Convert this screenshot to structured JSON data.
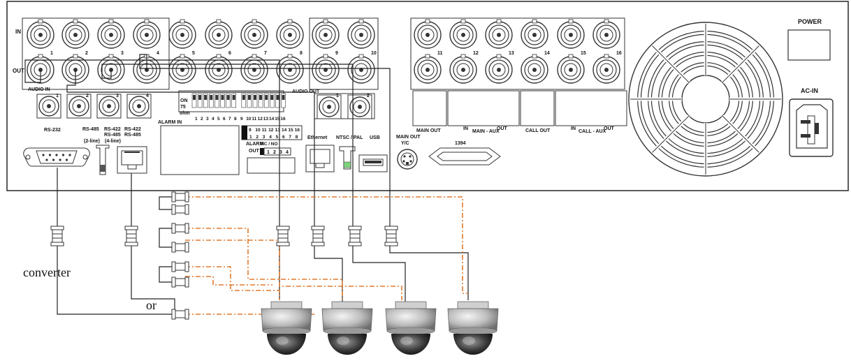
{
  "panel": {
    "row_labels": {
      "in": "IN",
      "out": "OUT"
    },
    "channels_left": [
      "1",
      "2",
      "3",
      "4",
      "5",
      "6",
      "7",
      "8",
      "9",
      "10"
    ],
    "channels_right": [
      "11",
      "12",
      "13",
      "14",
      "15",
      "16"
    ],
    "audio_in": {
      "label": "AUDIO IN",
      "channels": [
        "1",
        "2",
        "3",
        "4"
      ]
    },
    "audio_out": {
      "label": "AUDIO OUT",
      "channels": [
        "1",
        "2"
      ]
    },
    "termination": {
      "on_label": "ON",
      "ohm_value": "75",
      "ohm_unit": "ohm",
      "numbers_left": [
        "1",
        "2",
        "3",
        "4",
        "5",
        "6",
        "7",
        "8"
      ],
      "numbers_right": [
        "9",
        "10",
        "11",
        "12",
        "13",
        "14",
        "15",
        "16"
      ]
    },
    "alarm_in": {
      "label": "ALARM IN",
      "top_row": [
        "9",
        "10",
        "11",
        "12",
        "13",
        "14",
        "15",
        "16"
      ],
      "bottom_row": [
        "1",
        "2",
        "3",
        "4",
        "5",
        "6",
        "7",
        "8"
      ]
    },
    "alarm_out": {
      "label_line1": "ALARM",
      "label_line2": "OUT",
      "nc_no": "NC / NO",
      "numbers": [
        "1",
        "2",
        "3",
        "4"
      ]
    },
    "serial": {
      "rs232": "RS-232",
      "rs485_2line": {
        "line1": "RS-485",
        "line2": "(2-line)"
      },
      "rs422_4line": {
        "line1": "RS-422",
        "line2": "RS-485",
        "line3": "(4-line)"
      },
      "rs422_rs485": {
        "line1": "RS-422",
        "line2": "RS-485"
      }
    },
    "ethernet": "Ethernet",
    "ntsc_pal": "NTSC / PAL",
    "usb": "USB",
    "main_out_yc": {
      "line1": "MAIN OUT",
      "line2": "Y/C"
    },
    "port_1394": "1394",
    "main_out": "MAIN OUT",
    "main_aux": {
      "in": "IN",
      "label": "MAIN - AUX",
      "out": "OUT"
    },
    "call_out": "CALL OUT",
    "call_aux": {
      "in": "IN",
      "label": "CALL - AUX",
      "out": "OUT"
    },
    "power": "POWER",
    "ac_in": "AC-IN"
  },
  "wiring": {
    "converter_label": "converter",
    "or_label": "or",
    "camera_count": 4,
    "colors": {
      "video_line": "#222222",
      "control_line": "#e07a2f",
      "panel_outline": "#333333"
    }
  }
}
